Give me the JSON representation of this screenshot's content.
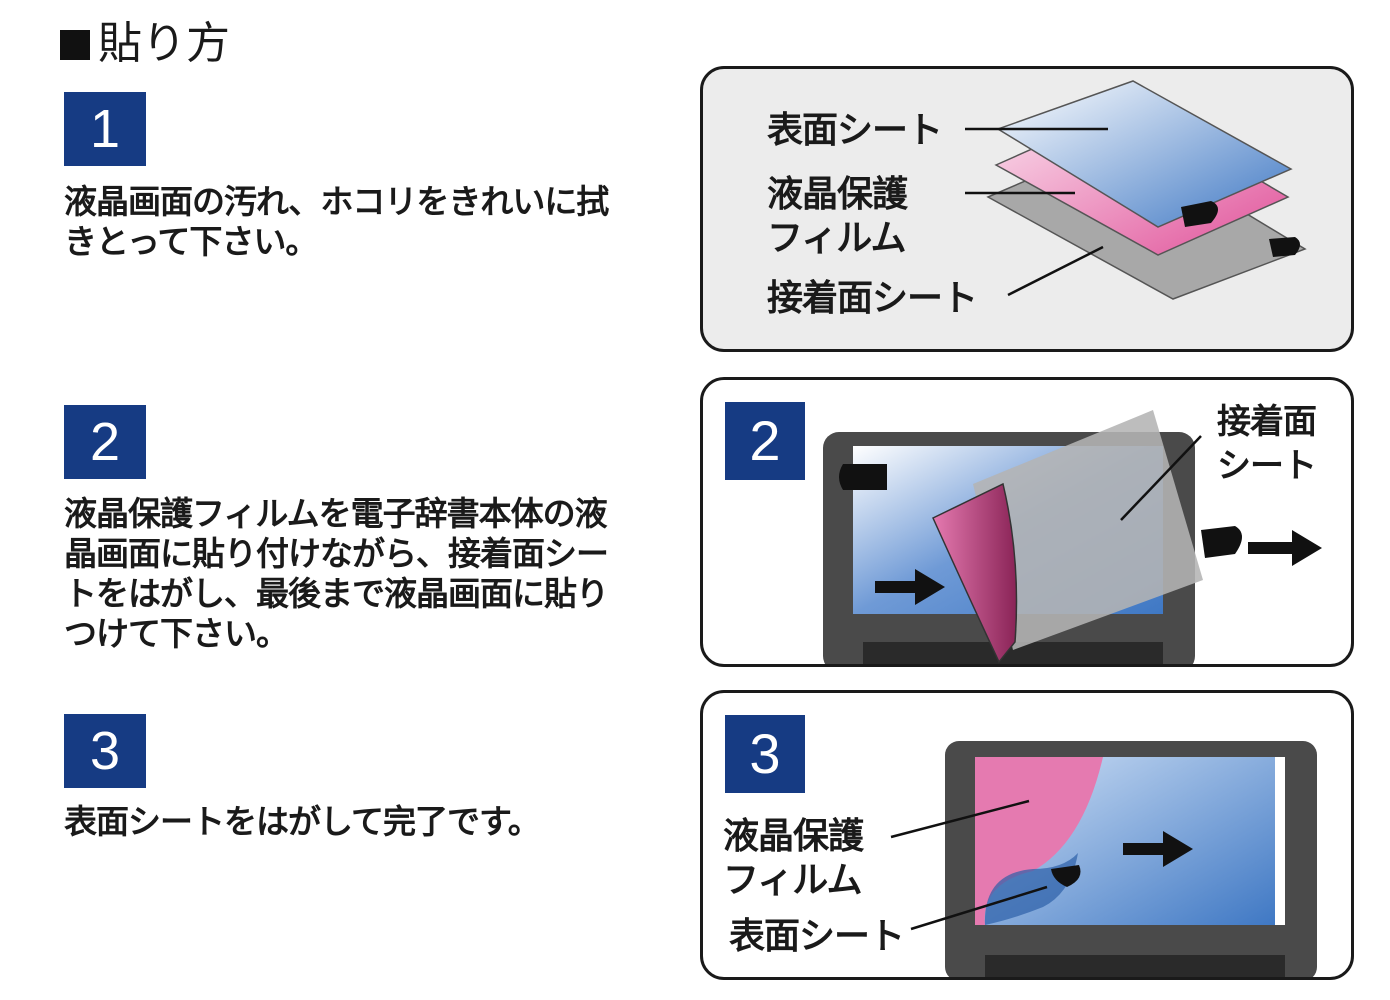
{
  "title": "貼り方",
  "steps": [
    {
      "num": "1",
      "text": "液晶画面の汚れ、ホコリをきれいに拭\nきとって下さい。"
    },
    {
      "num": "2",
      "text": "液晶保護フィルムを電子辞書本体の液\n晶画面に貼り付けながら、接着面シー\nトをはがし、最後まで液晶画面に貼り\nつけて下さい。"
    },
    {
      "num": "3",
      "text": "表面シートをはがして完了です。"
    }
  ],
  "panel1": {
    "labels": {
      "surface": "表面シート",
      "film": "液晶保護\nフィルム",
      "adhesive": "接着面シート"
    }
  },
  "panel2": {
    "num": "2",
    "label_adhesive": "接着面\nシート"
  },
  "panel3": {
    "num": "3",
    "label_film": "液晶保護\nフィルム",
    "label_surface": "表面シート"
  },
  "colors": {
    "accent": "#163b83",
    "blue": "#3f78c4",
    "pink": "#e57ab0",
    "gray": "#9a9a9a"
  }
}
